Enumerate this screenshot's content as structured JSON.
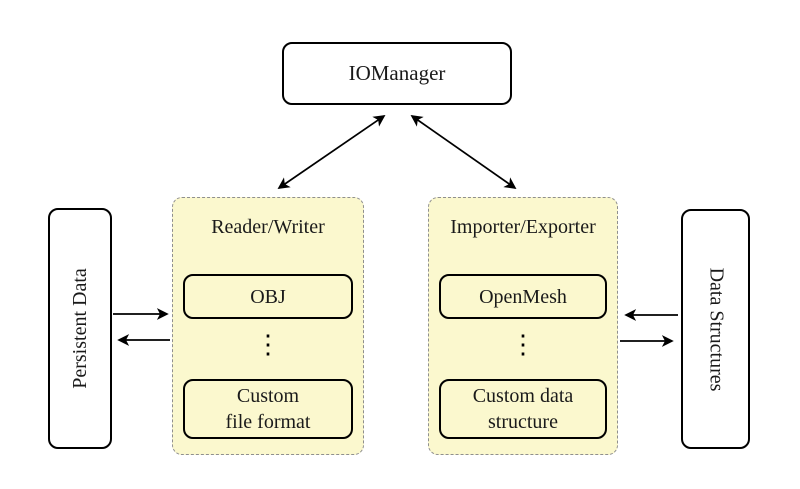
{
  "diagram": {
    "nodes": {
      "io_manager": {
        "label": "IOManager"
      },
      "persistent_data": {
        "label": "Persistent Data"
      },
      "data_structures": {
        "label": "Data Structures"
      },
      "reader_writer": {
        "title": "Reader/Writer",
        "item_top": "OBJ",
        "ellipsis": "⋮",
        "item_bottom_line1": "Custom",
        "item_bottom_line2": "file format"
      },
      "importer_exporter": {
        "title": "Importer/Exporter",
        "item_top": "OpenMesh",
        "ellipsis": "⋮",
        "item_bottom_line1": "Custom data",
        "item_bottom_line2": "structure"
      }
    },
    "connections": [
      {
        "from": "io_manager",
        "to": "reader_writer",
        "type": "bidirectional"
      },
      {
        "from": "io_manager",
        "to": "importer_exporter",
        "type": "bidirectional"
      },
      {
        "from": "persistent_data",
        "to": "reader_writer",
        "type": "one-way"
      },
      {
        "from": "reader_writer",
        "to": "persistent_data",
        "type": "one-way"
      },
      {
        "from": "data_structures",
        "to": "importer_exporter",
        "type": "one-way"
      },
      {
        "from": "importer_exporter",
        "to": "data_structures",
        "type": "one-way"
      }
    ]
  },
  "colors": {
    "group_fill": "#FBF8CE",
    "group_border": "#8F8F8F",
    "node_border": "#000000",
    "node_fill": "#FFFFFF",
    "arrow": "#000000"
  }
}
